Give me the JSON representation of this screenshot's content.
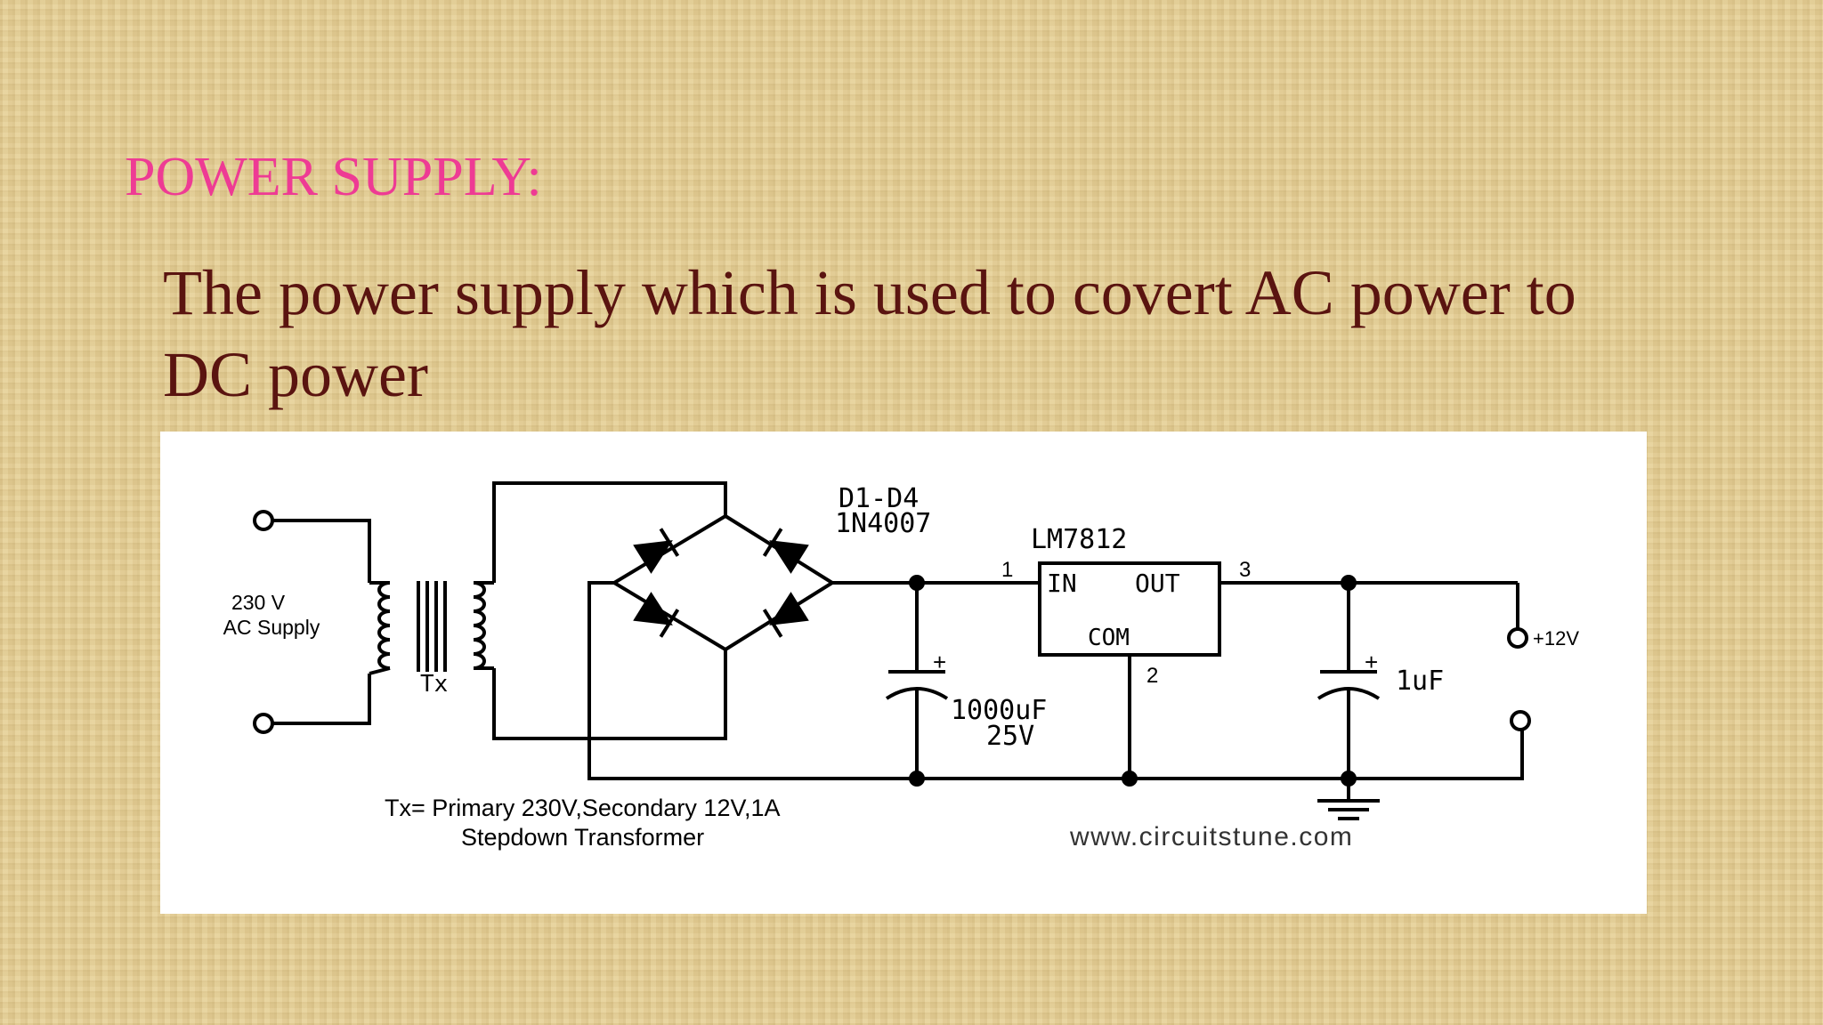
{
  "slide": {
    "title": "POWER SUPPLY:",
    "body": "The power supply which is used to  covert AC power to DC power"
  },
  "circuit": {
    "supply_label_line1": "230 V",
    "supply_label_line2": "AC Supply",
    "transformer_label": "Tx",
    "diodes_label_line1": "D1-D4",
    "diodes_label_line2": "1N4007",
    "regulator_label": "LM7812",
    "pin_in_number": "1",
    "pin_out_number": "3",
    "pin_com_number": "2",
    "pin_in_label": "IN",
    "pin_out_label": "OUT",
    "pin_com_label": "COM",
    "cap1_polarity": "+",
    "cap1_value_line1": "1000uF",
    "cap1_value_line2": "25V",
    "cap2_polarity": "+",
    "cap2_value": "1uF",
    "output_label": "+12V",
    "transformer_note_line1": "Tx= Primary 230V,Secondary 12V,1A",
    "transformer_note_line2": "Stepdown Transformer",
    "website": "www.circuitstune.com"
  }
}
